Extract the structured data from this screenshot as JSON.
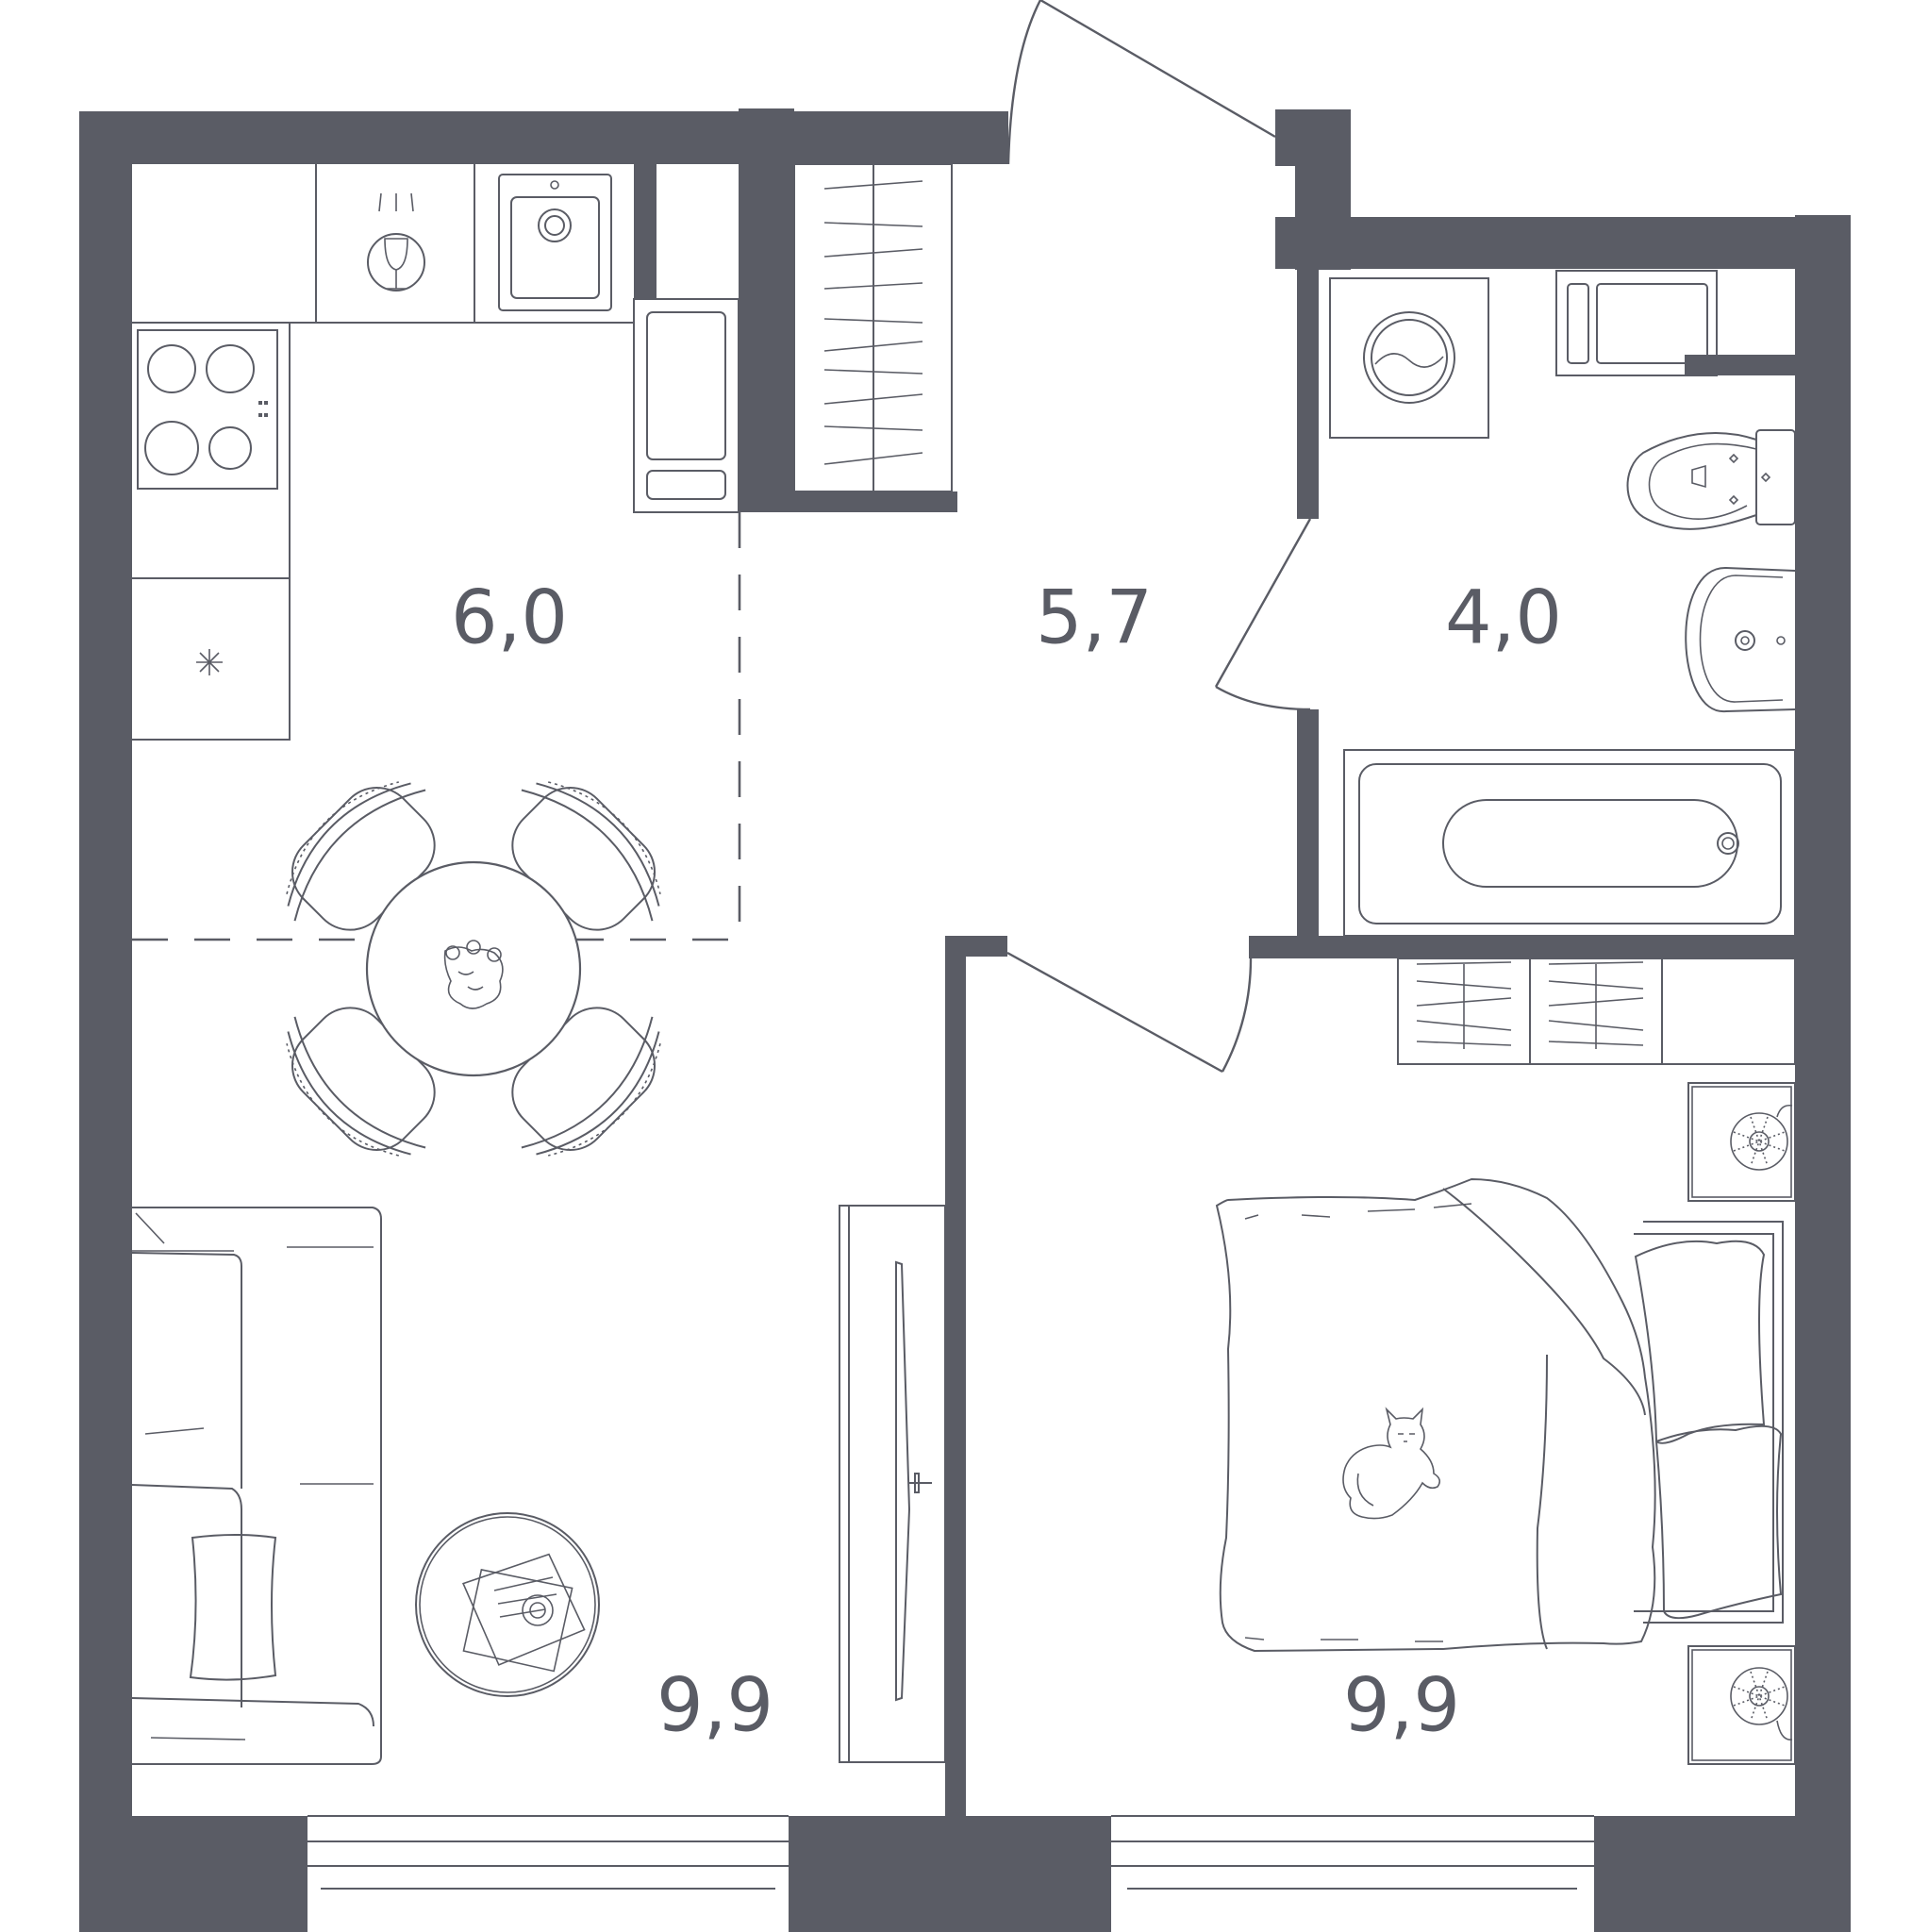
{
  "rooms": [
    {
      "id": "kitchen",
      "area": "6,0"
    },
    {
      "id": "hallway",
      "area": "5,7"
    },
    {
      "id": "bathroom",
      "area": "4,0"
    },
    {
      "id": "living",
      "area": "9,9"
    },
    {
      "id": "bedroom",
      "area": "9,9"
    }
  ],
  "colors": {
    "wall": "#5a5c65",
    "line": "#5a5c65",
    "background": "#ffffff"
  }
}
